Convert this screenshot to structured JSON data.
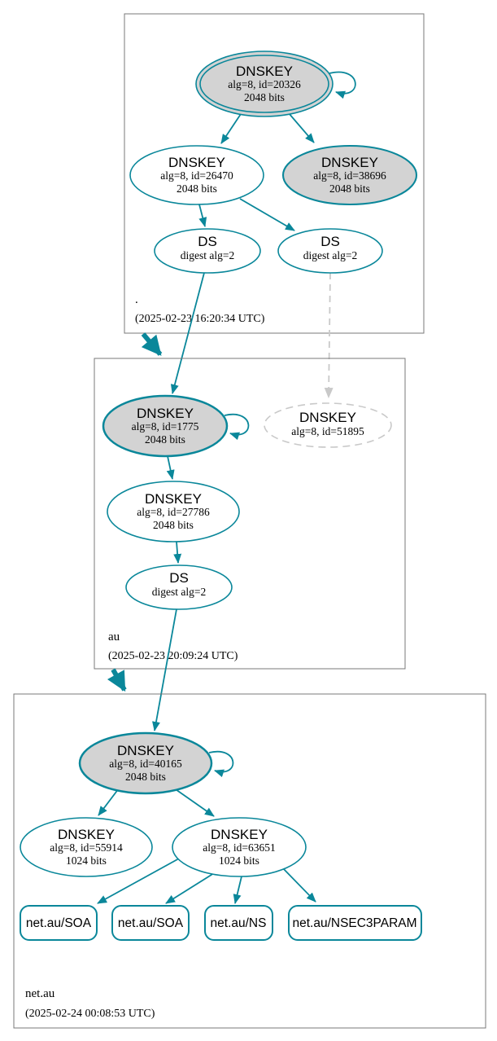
{
  "diagram": {
    "colors": {
      "secure_teal": "#0a879a",
      "node_fill_gray": "#d3d3d3",
      "insecure_gray": "#c9c9c9",
      "box_border_gray": "#787878"
    },
    "zones": [
      {
        "name": ".",
        "timestamp": "(2025-02-23 16:20:34 UTC)",
        "nodes": [
          {
            "title": "DNSKEY",
            "detail1": "alg=8, id=20326",
            "detail2": "2048 bits"
          },
          {
            "title": "DNSKEY",
            "detail1": "alg=8, id=26470",
            "detail2": "2048 bits"
          },
          {
            "title": "DNSKEY",
            "detail1": "alg=8, id=38696",
            "detail2": "2048 bits"
          },
          {
            "title": "DS",
            "detail1": "digest alg=2"
          },
          {
            "title": "DS",
            "detail1": "digest alg=2"
          }
        ]
      },
      {
        "name": "au",
        "timestamp": "(2025-02-23 20:09:24 UTC)",
        "nodes": [
          {
            "title": "DNSKEY",
            "detail1": "alg=8, id=1775",
            "detail2": "2048 bits"
          },
          {
            "title": "DNSKEY",
            "detail1": "alg=8, id=51895"
          },
          {
            "title": "DNSKEY",
            "detail1": "alg=8, id=27786",
            "detail2": "2048 bits"
          },
          {
            "title": "DS",
            "detail1": "digest alg=2"
          }
        ]
      },
      {
        "name": "net.au",
        "timestamp": "(2025-02-24 00:08:53 UTC)",
        "nodes": [
          {
            "title": "DNSKEY",
            "detail1": "alg=8, id=40165",
            "detail2": "2048 bits"
          },
          {
            "title": "DNSKEY",
            "detail1": "alg=8, id=55914",
            "detail2": "1024 bits"
          },
          {
            "title": "DNSKEY",
            "detail1": "alg=8, id=63651",
            "detail2": "1024 bits"
          },
          {
            "label": "net.au/SOA"
          },
          {
            "label": "net.au/SOA"
          },
          {
            "label": "net.au/NS"
          },
          {
            "label": "net.au/NSEC3PARAM"
          }
        ]
      }
    ]
  }
}
